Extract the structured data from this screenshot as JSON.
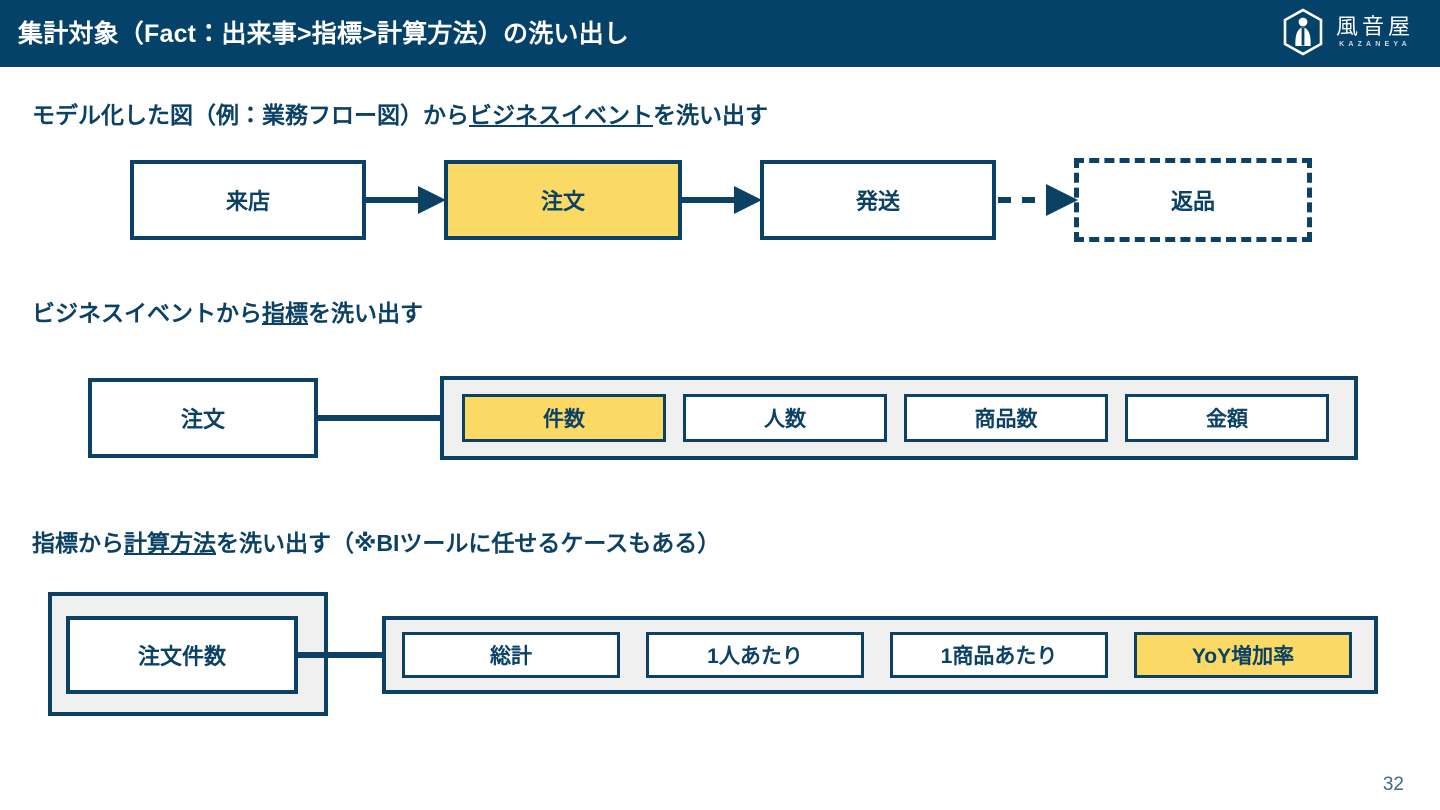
{
  "header": {
    "title": "集計対象（Fact：出来事>指標>計算方法）の洗い出し",
    "bar_color": "#054269",
    "logo": {
      "jp": "風音屋",
      "en": "KAZANEYA",
      "icon": "hexagon-figure-icon"
    }
  },
  "accent_colors": {
    "navy": "#0b4165",
    "yellow": "#fbd965",
    "group_gray": "#f0f0f0"
  },
  "sections": [
    {
      "heading_prefix": "モデル化した図（例：業務フロー図）から",
      "heading_underline": "ビジネスイベント",
      "heading_suffix": "を洗い出す"
    },
    {
      "heading_prefix": "ビジネスイベントから",
      "heading_underline": "指標",
      "heading_suffix": "を洗い出す"
    },
    {
      "heading_prefix": "指標から",
      "heading_underline": "計算方法",
      "heading_suffix": "を洗い出す（※BIツールに任せるケースもある）"
    }
  ],
  "flow1": {
    "nodes": [
      {
        "label": "来店",
        "style": "plain"
      },
      {
        "label": "注文",
        "style": "highlight"
      },
      {
        "label": "発送",
        "style": "plain"
      },
      {
        "label": "返品",
        "style": "dashed"
      }
    ],
    "arrows": [
      {
        "from": "来店",
        "to": "注文",
        "style": "solid"
      },
      {
        "from": "注文",
        "to": "発送",
        "style": "solid"
      },
      {
        "from": "発送",
        "to": "返品",
        "style": "dashed"
      }
    ]
  },
  "flow2": {
    "source": {
      "label": "注文",
      "style": "plain"
    },
    "group_items": [
      {
        "label": "件数",
        "style": "highlight"
      },
      {
        "label": "人数",
        "style": "plain"
      },
      {
        "label": "商品数",
        "style": "plain"
      },
      {
        "label": "金額",
        "style": "plain"
      }
    ],
    "connector": "line"
  },
  "flow3": {
    "source": {
      "label": "注文件数",
      "style": "plain"
    },
    "group_items": [
      {
        "label": "総計",
        "style": "plain"
      },
      {
        "label": "1人あたり",
        "style": "plain"
      },
      {
        "label": "1商品あたり",
        "style": "plain"
      },
      {
        "label": "YoY増加率",
        "style": "highlight"
      }
    ],
    "connector": "line"
  },
  "footer": {
    "page_number": "32"
  }
}
